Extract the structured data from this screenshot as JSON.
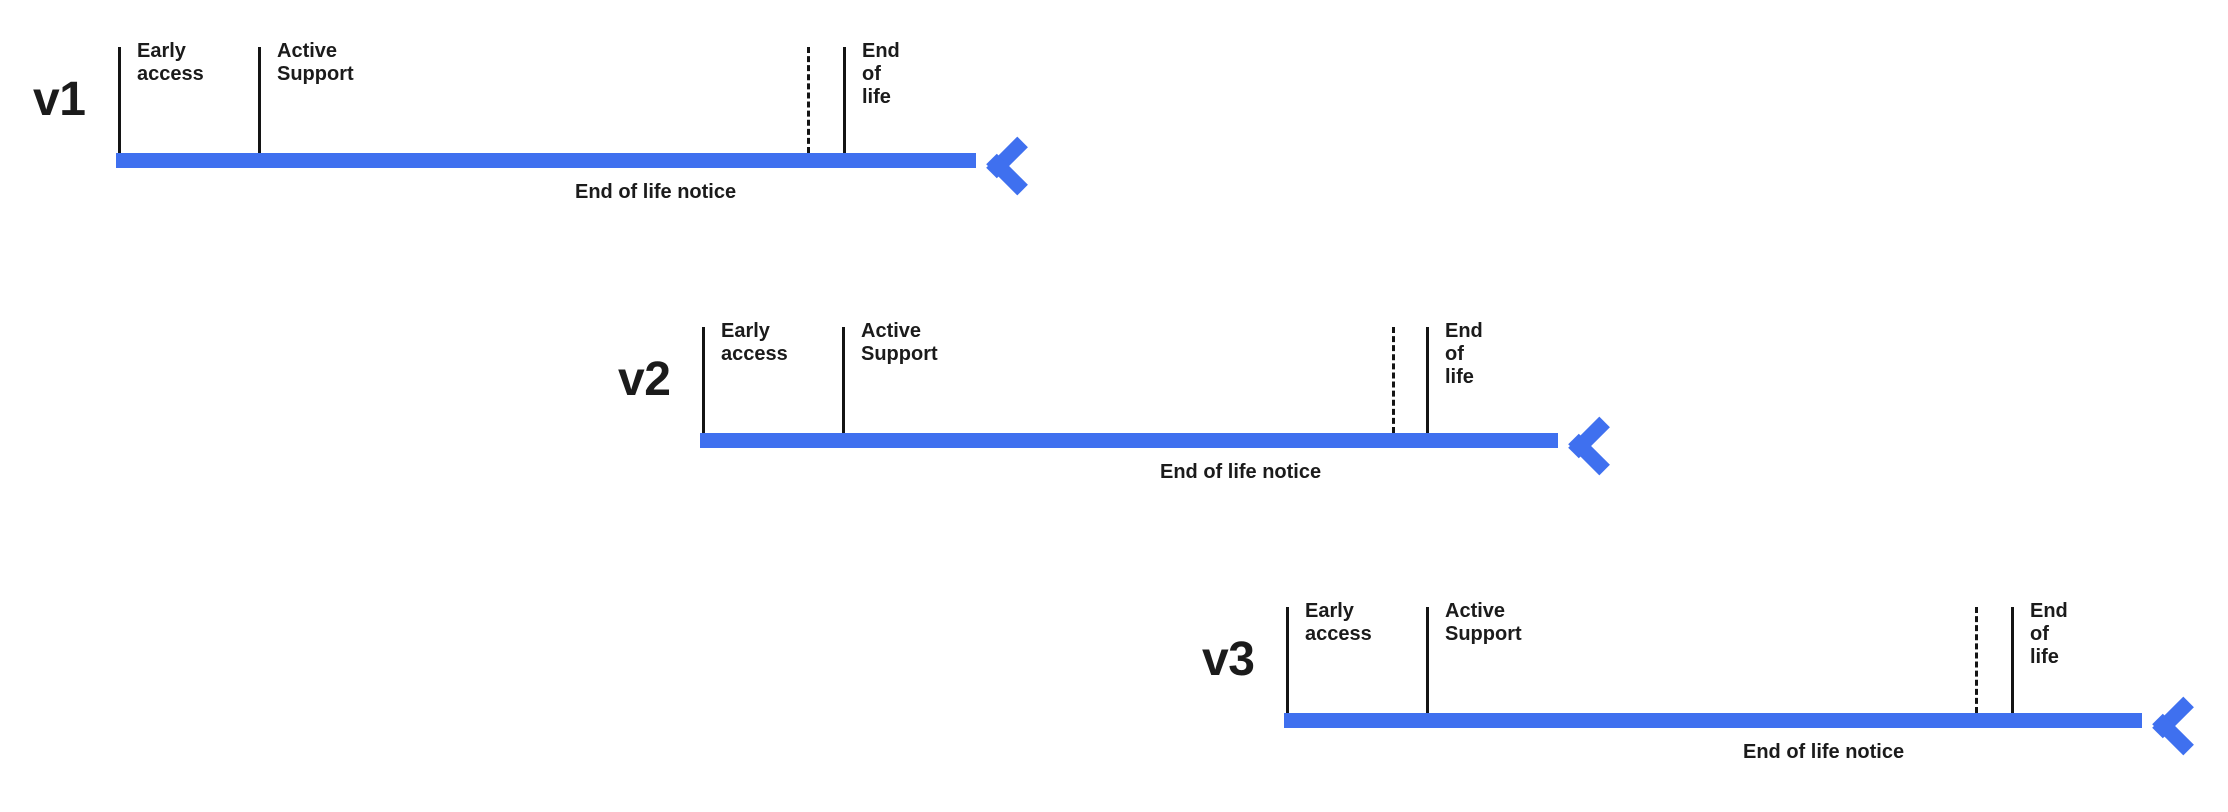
{
  "diagram": {
    "title": "Release lifecycle timeline",
    "accent_color": "#3f70ef",
    "text_color": "#1b1b1b",
    "divider_color": "#141414",
    "background": "#ffffff"
  },
  "rows": [
    {
      "version": "v1",
      "early_access_label": "Early\naccess",
      "active_support_label": "Active Support",
      "end_of_life_label": "End of life",
      "notice_label": "End of life notice"
    },
    {
      "version": "v2",
      "early_access_label": "Early\naccess",
      "active_support_label": "Active Support",
      "end_of_life_label": "End of life",
      "notice_label": "End of life notice"
    },
    {
      "version": "v3",
      "early_access_label": "Early\naccess",
      "active_support_label": "Active Support",
      "end_of_life_label": "End of life",
      "notice_label": "End of life notice"
    }
  ],
  "chart_data": {
    "type": "timeline",
    "title": "Release lifecycle timeline",
    "phases": [
      "Early access",
      "Active Support",
      "End of life notice",
      "End of life"
    ],
    "series": [
      {
        "name": "v1",
        "label_x": 33,
        "label_y": 100,
        "track_start_x": 116,
        "track_end_x": 1016,
        "track_y": 153,
        "dividers": [
          {
            "x": 118,
            "style": "solid",
            "label": "Early\naccess"
          },
          {
            "x": 258,
            "style": "solid",
            "label": "Active Support"
          },
          {
            "x": 807,
            "style": "dashed",
            "label": ""
          },
          {
            "x": 843,
            "style": "solid",
            "label": "End of life"
          }
        ],
        "notice_text_x": 575,
        "notice_text_y": 182
      },
      {
        "name": "v2",
        "label_x": 618,
        "label_y": 380,
        "track_start_x": 700,
        "track_end_x": 1598,
        "track_y": 433,
        "dividers": [
          {
            "x": 702,
            "style": "solid",
            "label": "Early\naccess"
          },
          {
            "x": 842,
            "style": "solid",
            "label": "Active Support"
          },
          {
            "x": 1392,
            "style": "dashed",
            "label": ""
          },
          {
            "x": 1426,
            "style": "solid",
            "label": "End of life"
          }
        ],
        "notice_text_x": 1160,
        "notice_text_y": 462
      },
      {
        "name": "v3",
        "label_x": 1202,
        "label_y": 660,
        "track_start_x": 1284,
        "track_end_x": 2182,
        "track_y": 713,
        "dividers": [
          {
            "x": 1286,
            "style": "solid",
            "label": "Early\naccess"
          },
          {
            "x": 1426,
            "style": "solid",
            "label": "Active Support"
          },
          {
            "x": 1975,
            "style": "dashed",
            "label": ""
          },
          {
            "x": 2011,
            "style": "solid",
            "label": "End of life"
          }
        ],
        "notice_text_x": 1743,
        "notice_text_y": 742
      }
    ],
    "xlabel": "",
    "ylabel": "",
    "grid": false,
    "legend": "none"
  }
}
